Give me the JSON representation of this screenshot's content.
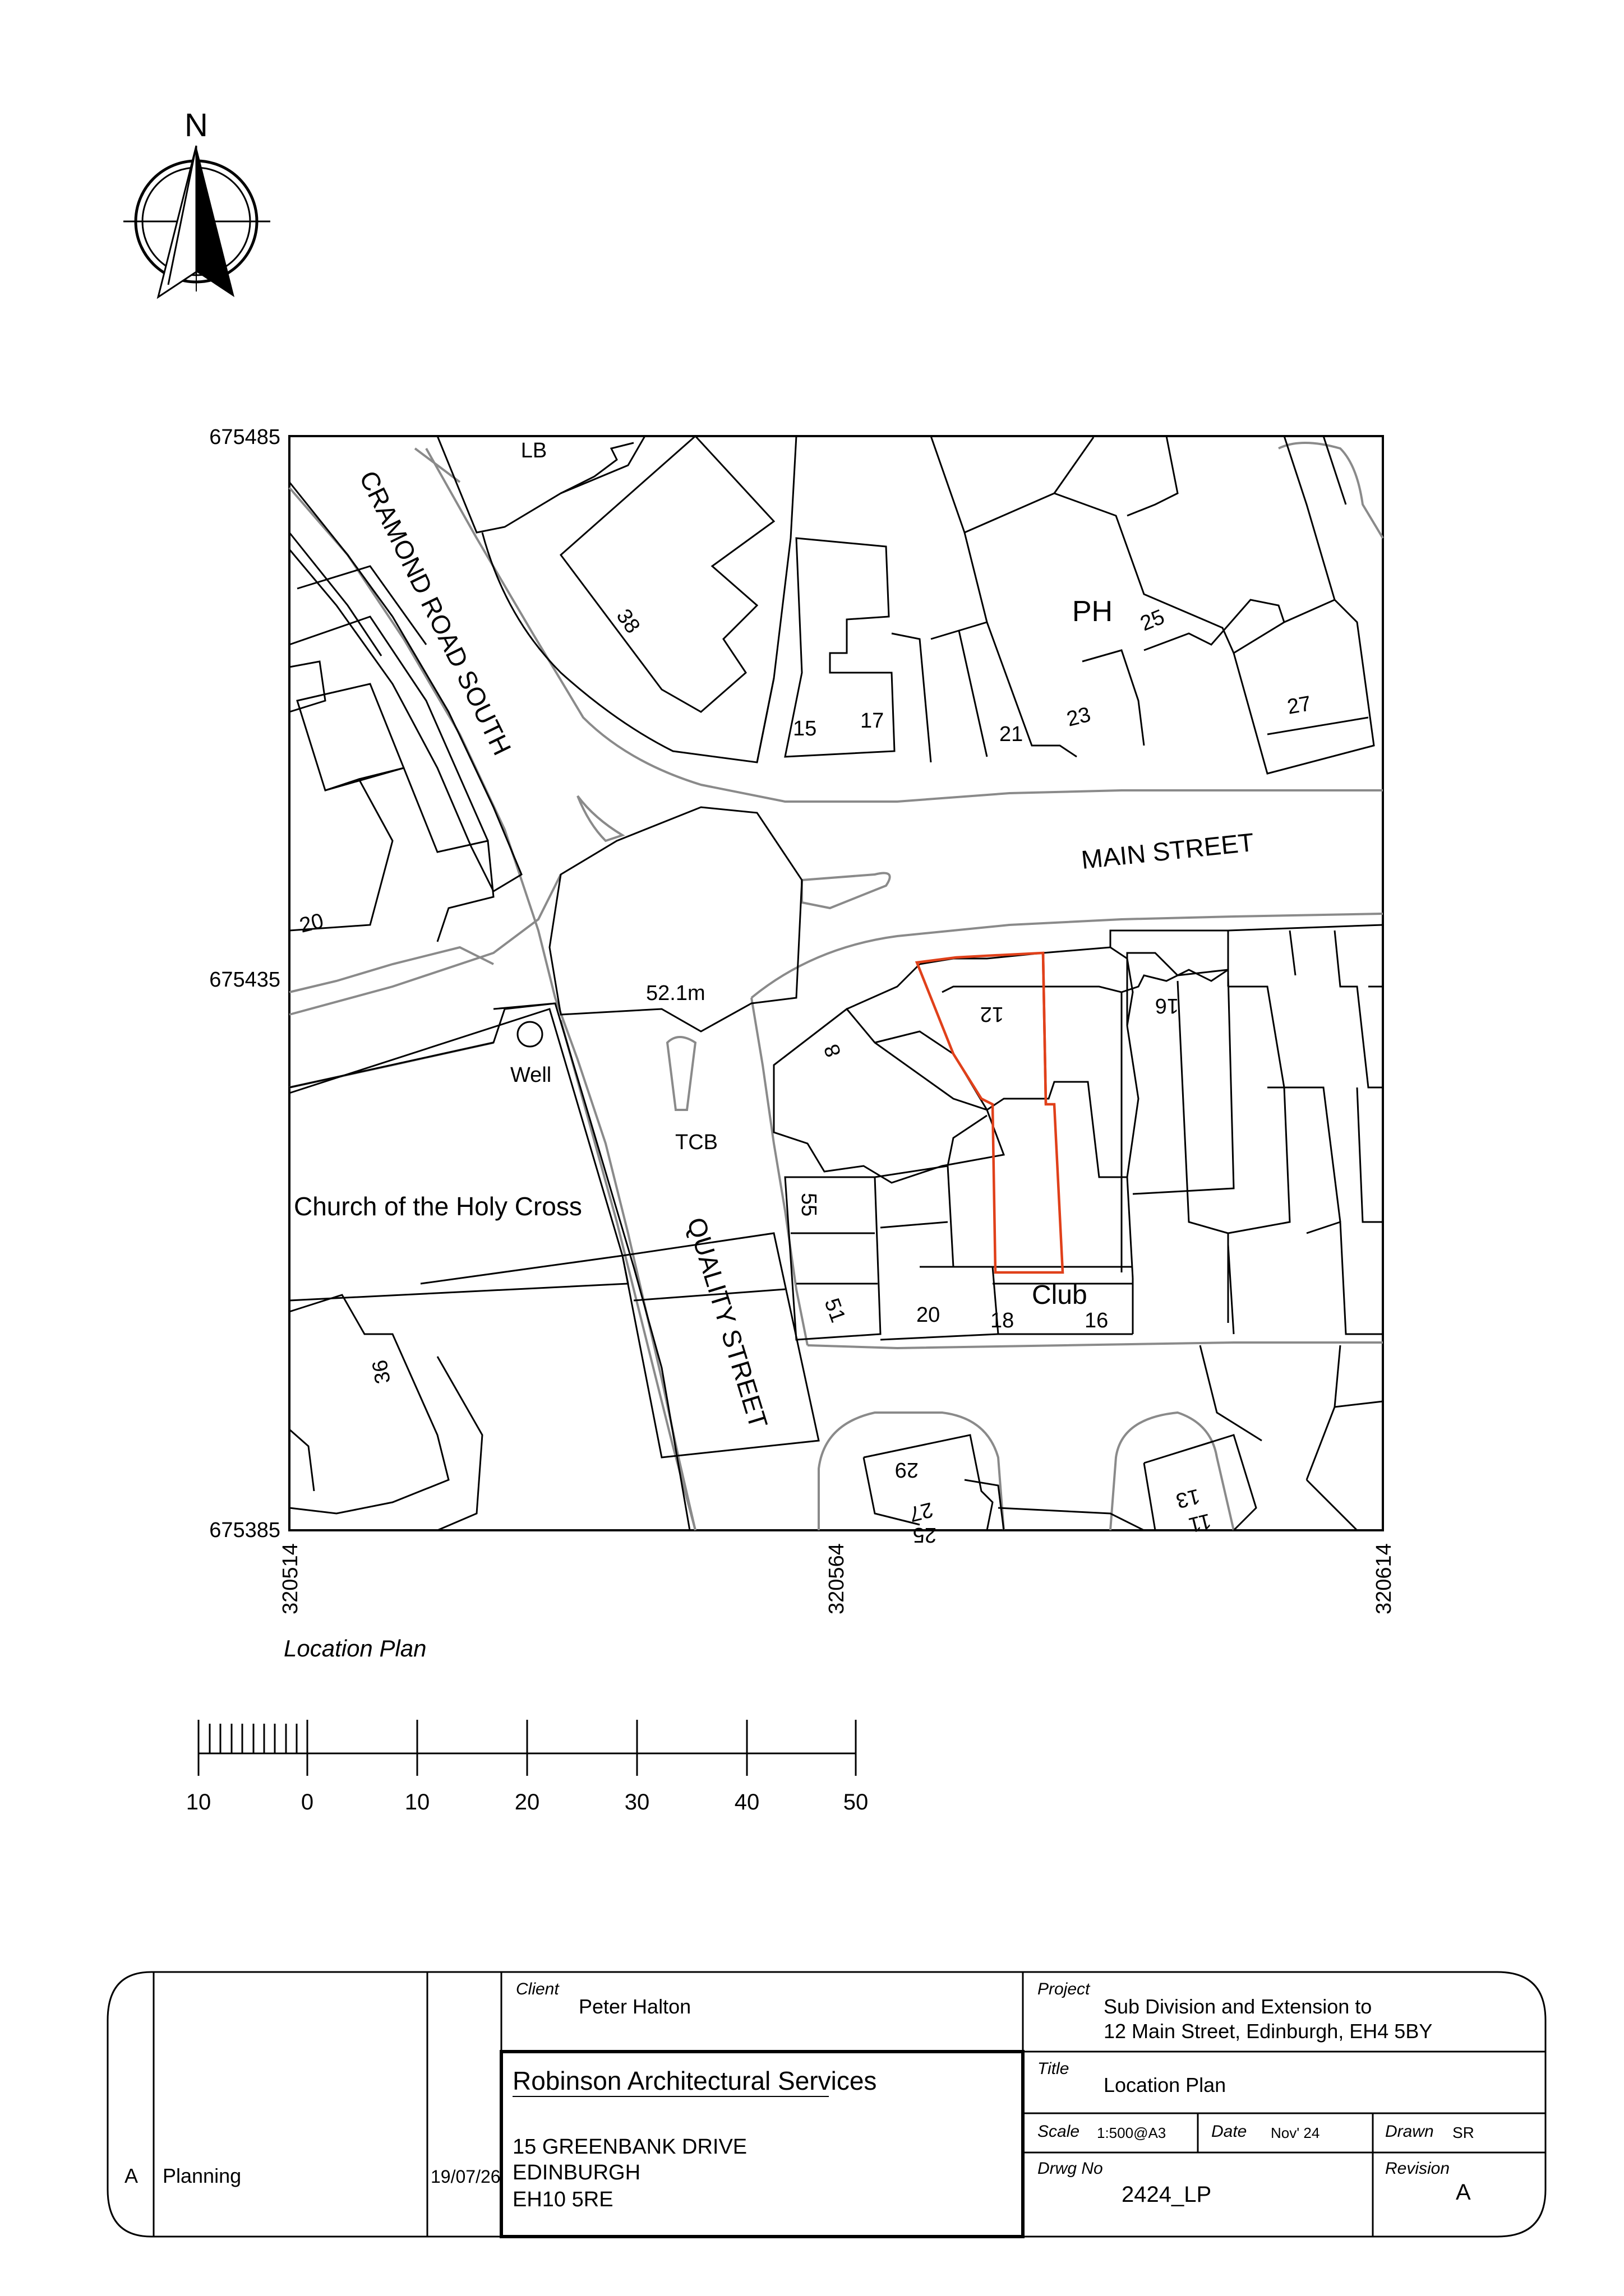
{
  "north": {
    "label": "N"
  },
  "coords": {
    "north_top": "675485",
    "north_mid": "675435",
    "north_bottom": "675385",
    "east_left": "320514",
    "east_mid": "320564",
    "east_right": "320614"
  },
  "map_labels": {
    "lb": "LB",
    "cramond": "CRAMOND ROAD SOUTH",
    "main_street": "MAIN STREET",
    "quality_street": "QUALITY STREET",
    "ph": "PH",
    "church": "Church of the Holy Cross",
    "well": "Well",
    "tcb": "TCB",
    "club": "Club",
    "height": "52.1m",
    "n38": "38",
    "n15": "15",
    "n17": "17",
    "n21": "21",
    "n23": "23",
    "n25": "25",
    "n27": "27",
    "n20w": "20",
    "n8": "8",
    "n12": "12",
    "n16": "16",
    "n55": "55",
    "n51": "51",
    "n20s": "20",
    "n18": "18",
    "n16s": "16",
    "n36": "36",
    "n29": "29",
    "n27s": "27",
    "n25s": "25",
    "n13": "13",
    "n11": "11"
  },
  "caption": "Location Plan",
  "scale_bar": {
    "ticks": [
      "10",
      "0",
      "10",
      "20",
      "30",
      "40",
      "50"
    ]
  },
  "title_block": {
    "revision_letter": "A",
    "revision_desc": "Planning",
    "revision_date": "19/07/26",
    "client_label": "Client",
    "client": "Peter Halton",
    "firm": "Robinson Architectural Services",
    "address1": "15 GREENBANK DRIVE",
    "address2": "EDINBURGH",
    "address3": "EH10 5RE",
    "project_label": "Project",
    "project1": "Sub Division and Extension to",
    "project2": "12 Main Street, Edinburgh, EH4 5BY",
    "title_label": "Title",
    "title": "Location Plan",
    "scale_label": "Scale",
    "scale": "1:500@A3",
    "date_label": "Date",
    "date": "Nov' 24",
    "drawn_label": "Drawn",
    "drawn": "SR",
    "drwg_label": "Drwg No",
    "drwg": "2424_LP",
    "revision_label": "Revision",
    "revision": "A"
  }
}
